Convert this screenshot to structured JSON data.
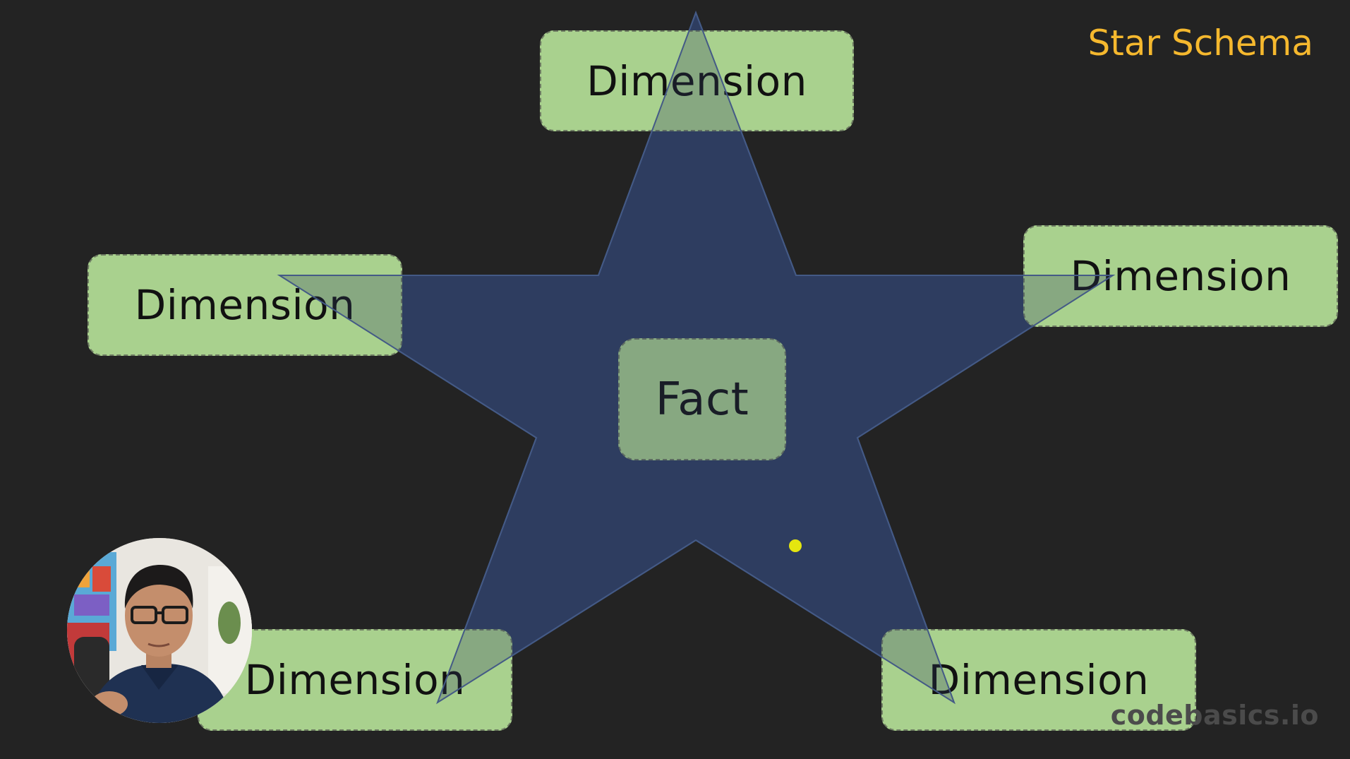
{
  "slide": {
    "title": "Star Schema",
    "watermark": "codebasics.io"
  },
  "diagram": {
    "center": {
      "label": "Fact"
    },
    "dimensions": [
      {
        "id": "top",
        "label": "Dimension"
      },
      {
        "id": "left",
        "label": "Dimension"
      },
      {
        "id": "right",
        "label": "Dimension"
      },
      {
        "id": "bottom-left",
        "label": "Dimension"
      },
      {
        "id": "bottom-right",
        "label": "Dimension"
      }
    ]
  },
  "colors": {
    "background": "#232323",
    "dimension_fill": "#a9d18e",
    "star_fill": "#34466f",
    "title": "#f5b82e",
    "pointer": "#e5e60f"
  },
  "icons": {
    "presenter": "presenter-webcam-avatar",
    "pointer": "laser-pointer-dot"
  }
}
